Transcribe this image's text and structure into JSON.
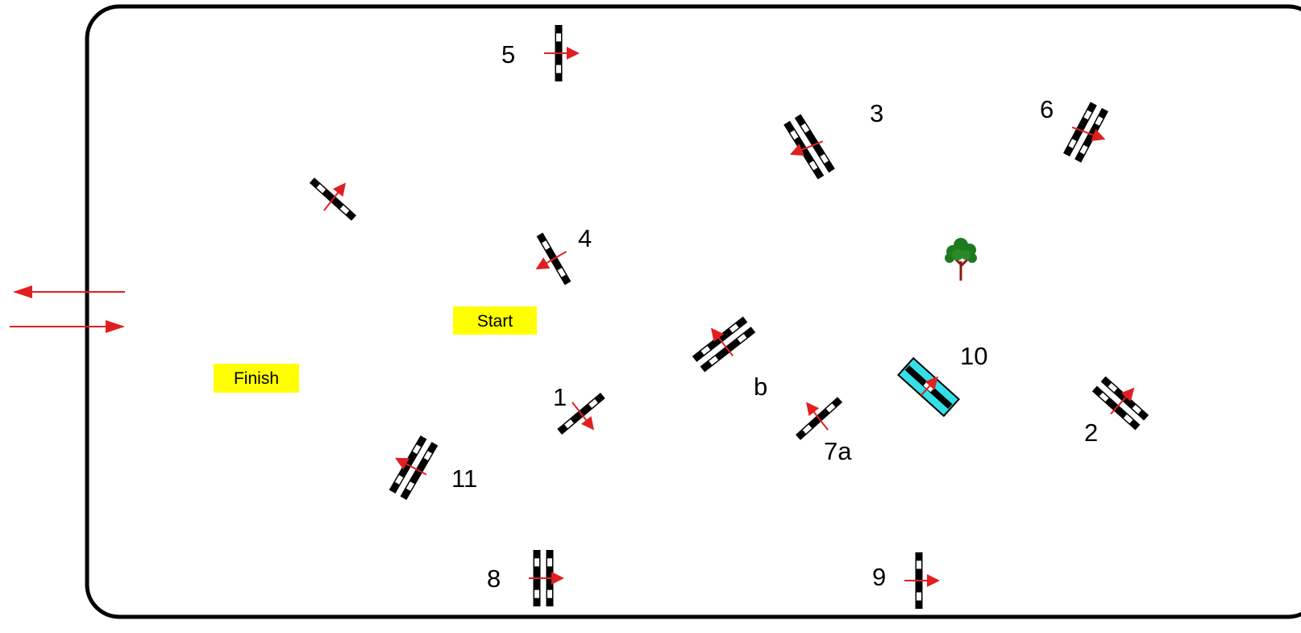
{
  "colors": {
    "arena_border": "#000000",
    "jump_pole": "#000000",
    "jump_stripe": "#ffffff",
    "direction_arrow": "#e02020",
    "label_box": "#ffff00",
    "water_jump": "#33e0e8",
    "tree_foliage": "#1f7a1f",
    "tree_trunk": "#8b1a1a"
  },
  "icons": {
    "obstacle": "jump-pole-icon",
    "direction": "direction-arrow-icon",
    "water": "water-jump-icon",
    "tree": "tree-icon"
  },
  "labels": {
    "start": "Start",
    "finish": "Finish"
  },
  "obstacle_numbers": {
    "n1": "1",
    "n2": "2",
    "n3": "3",
    "n4": "4",
    "n5": "5",
    "n6": "6",
    "n7a": "7a",
    "nb": "b",
    "n8": "8",
    "n9": "9",
    "n10": "10",
    "n11": "11"
  }
}
